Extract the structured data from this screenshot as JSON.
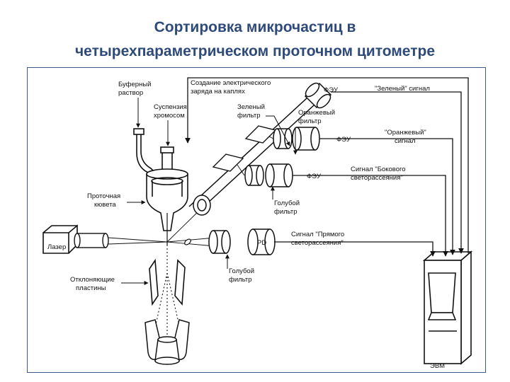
{
  "slide": {
    "title_line1": "Сортировка микрочастиц в",
    "title_line2": "четырехпараметрическом проточном цитометре"
  },
  "colors": {
    "title": "#2e4a7a",
    "frame": "#3a5a8a",
    "ink": "#111111"
  },
  "labels": {
    "buffer": [
      "Буферный",
      "раствор"
    ],
    "suspension": [
      "Суспензия",
      "хромосом"
    ],
    "charge": [
      "Создание электрического",
      "заряда на каплях"
    ],
    "green_filter": [
      "Зеленый",
      "фильтр"
    ],
    "pmt1": "ФЭУ",
    "green_signal": "\"Зеленый\" сигнал",
    "orange_filter": [
      "Оранжевый",
      "фильтр"
    ],
    "pmt2": "ФЭУ",
    "orange_signal": [
      "\"Оранжевый\"",
      "сигнал"
    ],
    "pmt3": "ФЭУ",
    "side_signal": [
      "Сигнал \"Бокового",
      "светорассеяния\""
    ],
    "blue_filter_top": [
      "Голубой",
      "фильтр"
    ],
    "flow_cell": [
      "Проточная",
      "кювета"
    ],
    "laser": "Лазер",
    "pd": "PD",
    "forward_signal": [
      "Сигнал \"Прямого",
      "светорассеяния\""
    ],
    "blue_filter_bottom": [
      "Голубой",
      "фильтр"
    ],
    "deflection_plates": [
      "Отклоняющие",
      "пластины"
    ],
    "computer": "ЭВМ"
  }
}
